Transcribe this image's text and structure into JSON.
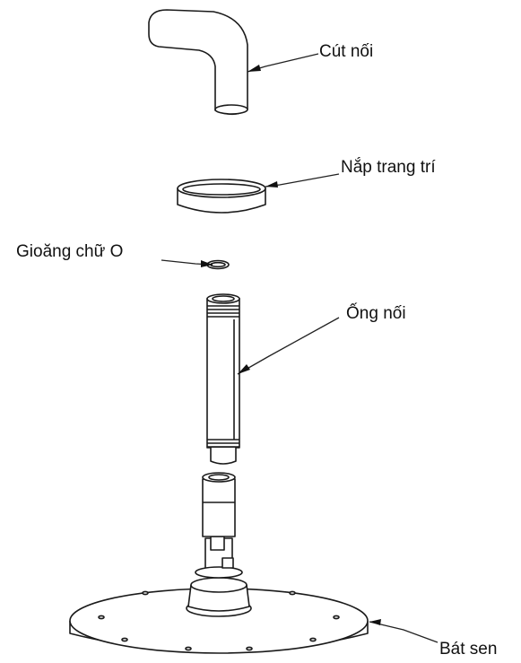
{
  "labels": {
    "elbow": "Cút nối",
    "cover": "Nắp trang trí",
    "oring": "Gioăng chữ O",
    "pipe": "Ống nối",
    "head": "Bát sen"
  }
}
